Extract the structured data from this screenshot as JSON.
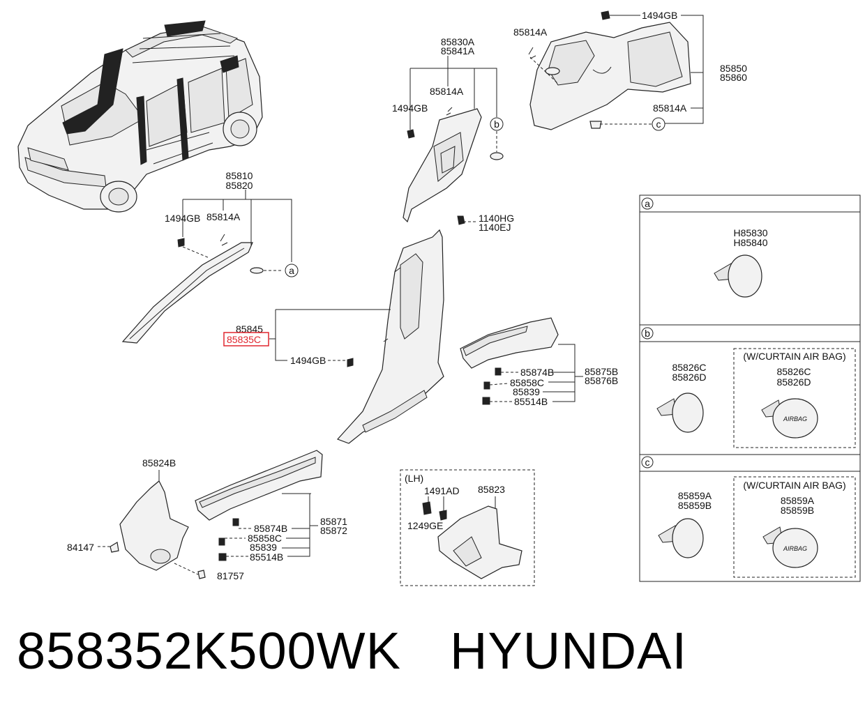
{
  "diagram": {
    "parts": {
      "p1494gb_top": "1494GB",
      "p85814a_top": "85814A",
      "p85850": "85850",
      "p85860": "85860",
      "p85814a_right": "85814A",
      "p85830a": "85830A",
      "p85841a": "85841A",
      "p85814a_mid": "85814A",
      "p1494gb_mid": "1494GB",
      "p1140hg": "1140HG",
      "p1140ej": "1140EJ",
      "p85810": "85810",
      "p85820": "85820",
      "p1494gb_left": "1494GB",
      "p85814a_left": "85814A",
      "p85845": "85845",
      "p85835c": "85835C",
      "p1494gb_pillar": "1494GB",
      "p85874b_a": "85874B",
      "p85858c_a": "85858C",
      "p85839_a": "85839",
      "p85514b_a": "85514B",
      "p85875b": "85875B",
      "p85876b": "85876B",
      "p85824b": "85824B",
      "p84147": "84147",
      "p81757": "81757",
      "p85874b_b": "85874B",
      "p85858c_b": "85858C",
      "p85839_b": "85839",
      "p85514b_b": "85514B",
      "p85871": "85871",
      "p85872": "85872",
      "lh": "(LH)",
      "p1491ad": "1491AD",
      "p1249ge": "1249GE",
      "p85823": "85823"
    },
    "callouts": {
      "a": "a",
      "b": "b",
      "c": "c"
    },
    "detail": {
      "a_letter": "a",
      "a_p1": "H85830",
      "a_p2": "H85840",
      "b_letter": "b",
      "b_p1": "85826C",
      "b_p2": "85826D",
      "b_note": "(W/CURTAIN AIR BAG)",
      "b_p3": "85826C",
      "b_p4": "85826D",
      "c_letter": "c",
      "c_p1": "85859A",
      "c_p2": "85859B",
      "c_note": "(W/CURTAIN AIR BAG)",
      "c_p3": "85859A",
      "c_p4": "85859B",
      "airbag_mark": "AIRBAG"
    },
    "highlight_color": "#e0262e"
  },
  "footer": {
    "part_number": "858352K500WK",
    "brand": "HYUNDAI"
  }
}
